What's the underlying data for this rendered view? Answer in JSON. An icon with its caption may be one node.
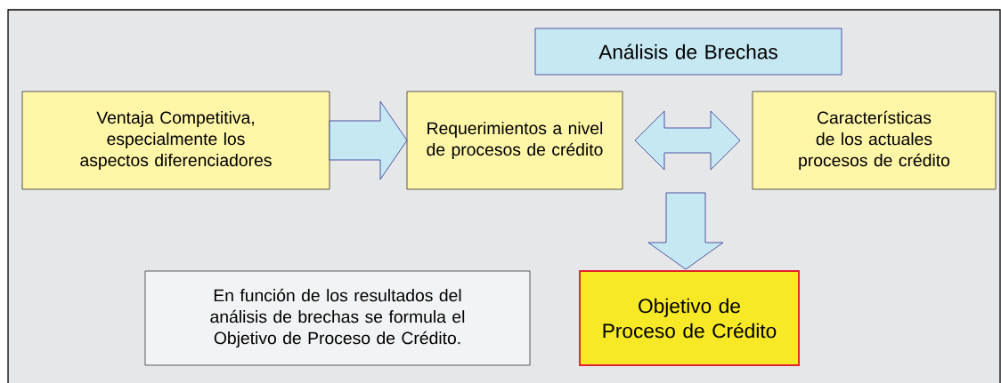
{
  "diagram": {
    "nodes": [
      {
        "text": [
          "Análisis de Brechas"
        ]
      },
      {
        "text": [
          "Ventaja Competitiva, especialmente los aspectos diferenciadores"
        ]
      },
      {
        "text": [
          "Requerimientos a nivel de procesos de crédito"
        ]
      },
      {
        "text": [
          "Características de los actuales procesos de crédito"
        ]
      },
      {
        "text": [
          "En función de los resultados del análisis de brechas se formula el Objetivo de Proceso de Crédito."
        ]
      },
      {
        "text": [
          "Objetivo de Proceso de Crédito"
        ]
      }
    ],
    "edges": [
      {
        "from": 1,
        "to": 2,
        "arrow": "to"
      },
      {
        "from": 2,
        "to": 3,
        "arrow": "both"
      },
      {
        "from": null,
        "to": 5,
        "arrow": "to"
      }
    ]
  }
}
